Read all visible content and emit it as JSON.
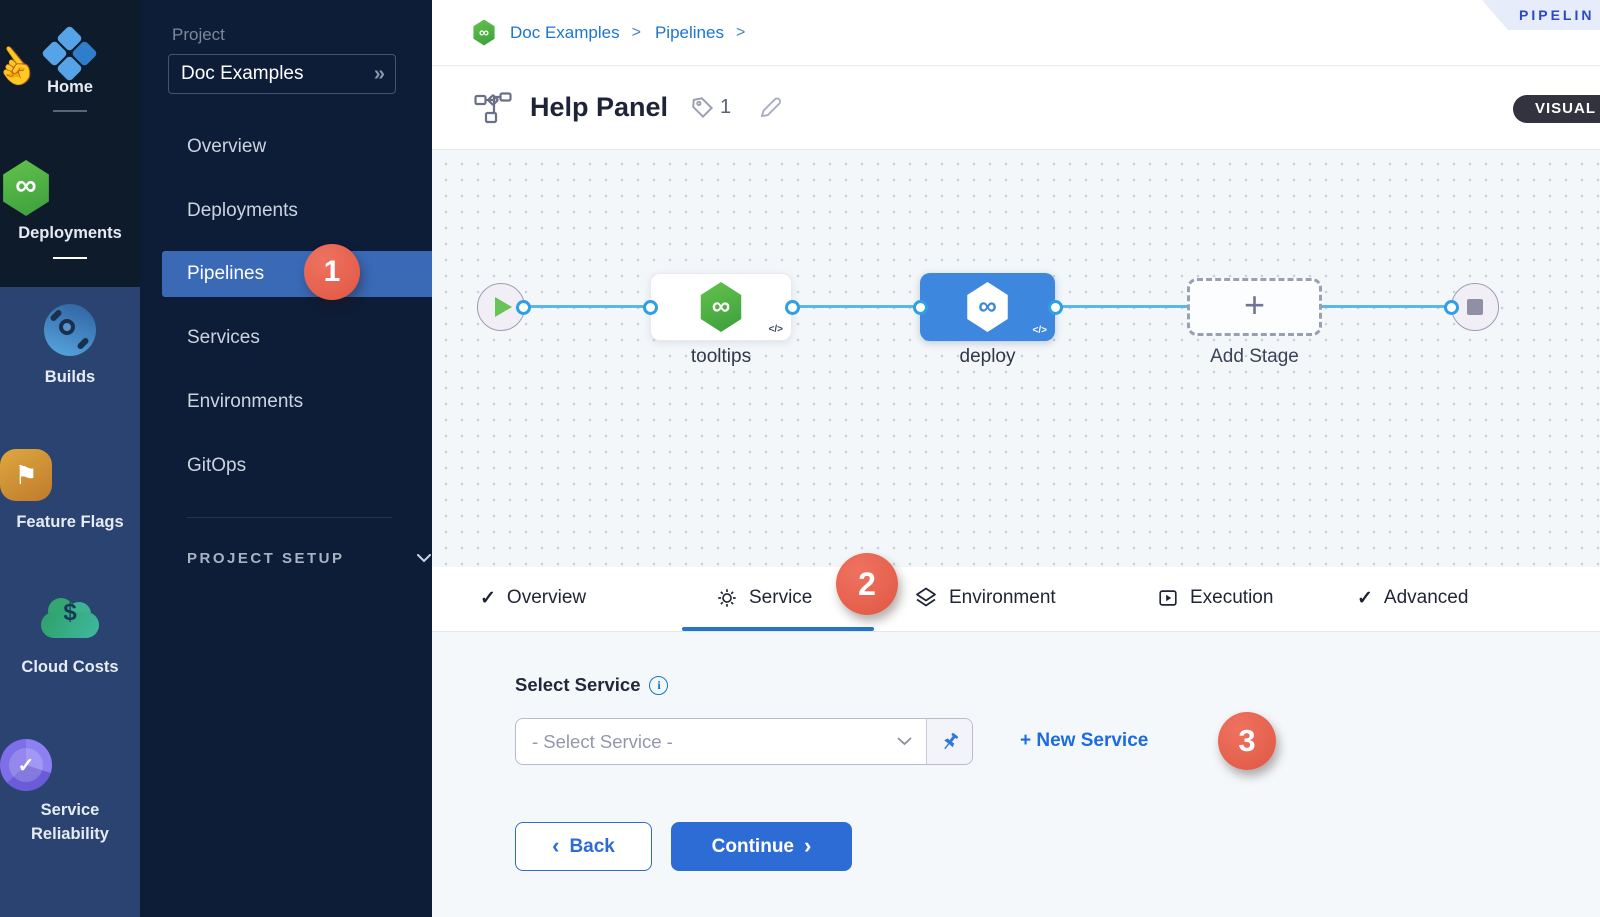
{
  "colors": {
    "accent_blue": "#2e6cd5",
    "link_blue": "#1b74d6",
    "badge_red": "#e4604e",
    "nav_active_blue": "#3a69b5",
    "node_selected_blue": "#3d87de",
    "harness_green": "#4cb043",
    "banner_text_blue": "#2b49c4",
    "canvas_bg": "#f3f7fa"
  },
  "icons": {
    "infinity": "∞",
    "check": "✓",
    "double_chevron_right": "»",
    "chevron_left": "‹",
    "chevron_right": "›",
    "plus": "+",
    "flag": "⚑",
    "dollar": "$",
    "hand_cursor": "☝",
    "breadcrumb_separator": ">"
  },
  "module_sidebar": {
    "items": [
      {
        "label": "Home"
      },
      {
        "label": "Deployments"
      },
      {
        "label": "Builds"
      },
      {
        "label": "Feature Flags"
      },
      {
        "label": "Cloud Costs"
      },
      {
        "label": "Service Reliability"
      }
    ]
  },
  "project_panel": {
    "section_label": "Project",
    "project_name": "Doc Examples",
    "menu": [
      {
        "label": "Overview"
      },
      {
        "label": "Deployments"
      },
      {
        "label": "Pipelines",
        "badge": "1"
      },
      {
        "label": "Services"
      },
      {
        "label": "Environments"
      },
      {
        "label": "GitOps"
      }
    ],
    "setup_label": "PROJECT SETUP"
  },
  "breadcrumb": {
    "crumbs": [
      {
        "label": "Doc Examples"
      },
      {
        "label": "Pipelines"
      }
    ]
  },
  "header": {
    "title": "Help Panel",
    "tag_count": "1"
  },
  "banner": {
    "label": "PIPELIN"
  },
  "view_toggle": {
    "visual": "VISUAL"
  },
  "pipeline": {
    "stages": [
      {
        "label": "tooltips"
      },
      {
        "label": "deploy"
      }
    ],
    "add_stage_label": "Add Stage",
    "code_glyph": "</>"
  },
  "tabs": {
    "items": [
      {
        "label": "Overview"
      },
      {
        "label": "Service",
        "badge": "2"
      },
      {
        "label": "Environment"
      },
      {
        "label": "Execution"
      },
      {
        "label": "Advanced"
      }
    ]
  },
  "form": {
    "select_label": "Select Service",
    "placeholder": "- Select Service -",
    "new_service": "+ New Service",
    "badge": "3",
    "back": "Back",
    "continue": "Continue"
  }
}
